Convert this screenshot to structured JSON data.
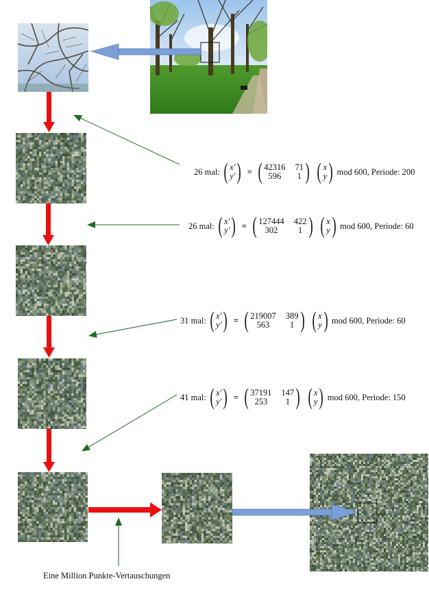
{
  "formulas": [
    {
      "count": "26 mal:",
      "a": "42316",
      "b": "71",
      "c": "596",
      "d": "1",
      "suffix": "mod 600, Periode: 200"
    },
    {
      "count": "26 mal:",
      "a": "127444",
      "b": "422",
      "c": "302",
      "d": "1",
      "suffix": "mod 600, Periode: 60"
    },
    {
      "count": "31 mal:",
      "a": "219007",
      "b": "389",
      "c": "563",
      "d": "1",
      "suffix": "mod 600, Periode: 60"
    },
    {
      "count": "41 mal:",
      "a": "37191",
      "b": "147",
      "c": "253",
      "d": "1",
      "suffix": "mod 600, Periode: 150"
    }
  ],
  "vector": {
    "x_prime": "x′",
    "y_prime": "y′",
    "x": "x",
    "y": "y"
  },
  "caption": "Eine Million Punkte-Vertauschungen",
  "colors": {
    "red_arrow": "#e81010",
    "blue_arrow": "#7aa0d8",
    "green_arrow": "#1f6b1f",
    "noise_base": "#6f8066"
  }
}
